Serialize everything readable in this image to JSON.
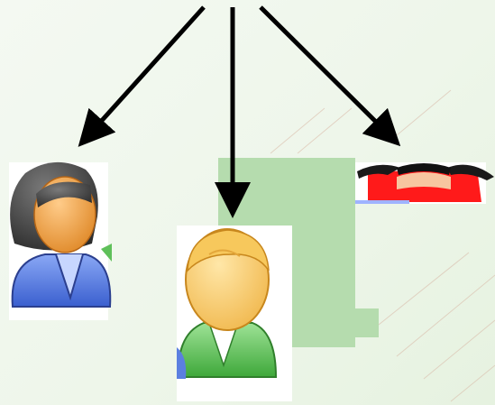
{
  "diagram": {
    "type": "one-to-many arrows to people icons",
    "icons": [
      {
        "name": "woman-dark-hair",
        "shirt_color": "#5b7fe0"
      },
      {
        "name": "man-blonde-hair",
        "shirt_color": "#5fc05a"
      },
      {
        "name": "girl-pigtails",
        "shirt_color": "#ff1a1a"
      }
    ],
    "arrow_count": 3
  },
  "colors": {
    "background_light": "#f4f9f2",
    "background_mid": "#e6f2e0",
    "accent_block": "#b5dcae",
    "arrow": "#000000",
    "stripe": "#d9b9a8"
  }
}
